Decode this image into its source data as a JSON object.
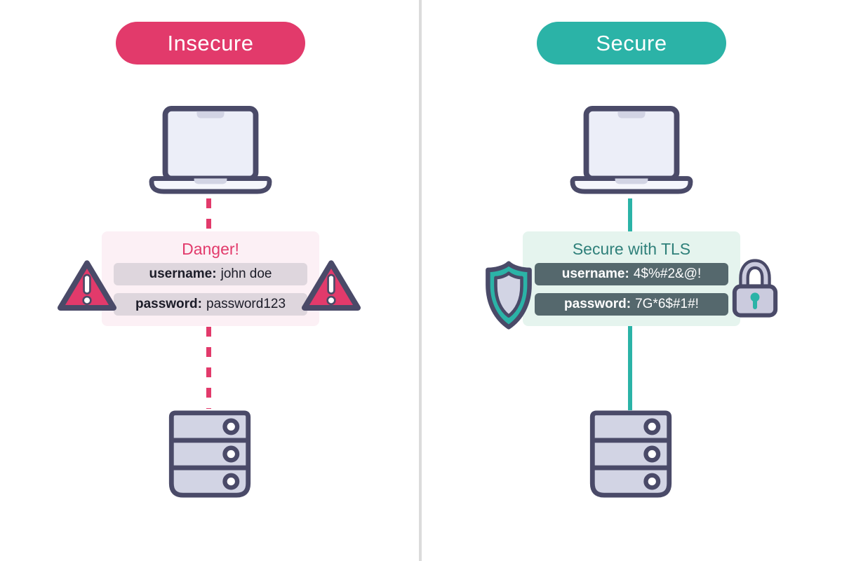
{
  "panels": {
    "insecure": {
      "badge": "Insecure",
      "badge_color": "#e23a6b",
      "message": {
        "title": "Danger!",
        "rows": [
          {
            "label": "username:",
            "value": "john doe"
          },
          {
            "label": "password:",
            "value": "password123"
          }
        ]
      },
      "connection_style": "dashed",
      "icons": [
        "laptop-icon",
        "warning-icon",
        "warning-icon",
        "server-icon"
      ]
    },
    "secure": {
      "badge": "Secure",
      "badge_color": "#2bb3a7",
      "message": {
        "title": "Secure with TLS",
        "rows": [
          {
            "label": "username:",
            "value": "4$%#2&@!"
          },
          {
            "label": "password:",
            "value": "7G*6$#1#!"
          }
        ]
      },
      "connection_style": "solid",
      "icons": [
        "laptop-icon",
        "shield-icon",
        "lock-icon",
        "server-icon"
      ]
    }
  },
  "colors": {
    "pink": "#e23a6b",
    "pink_bg": "#fcf0f5",
    "pink_row": "#ded6dd",
    "teal": "#2bb3a7",
    "teal_text": "#2f807a",
    "mint_bg": "#e5f4ee",
    "slate_row": "#55686d",
    "outline_navy": "#4a4a68",
    "lavender": "#d2d4e4",
    "divider_gray": "#dbdbdb"
  }
}
